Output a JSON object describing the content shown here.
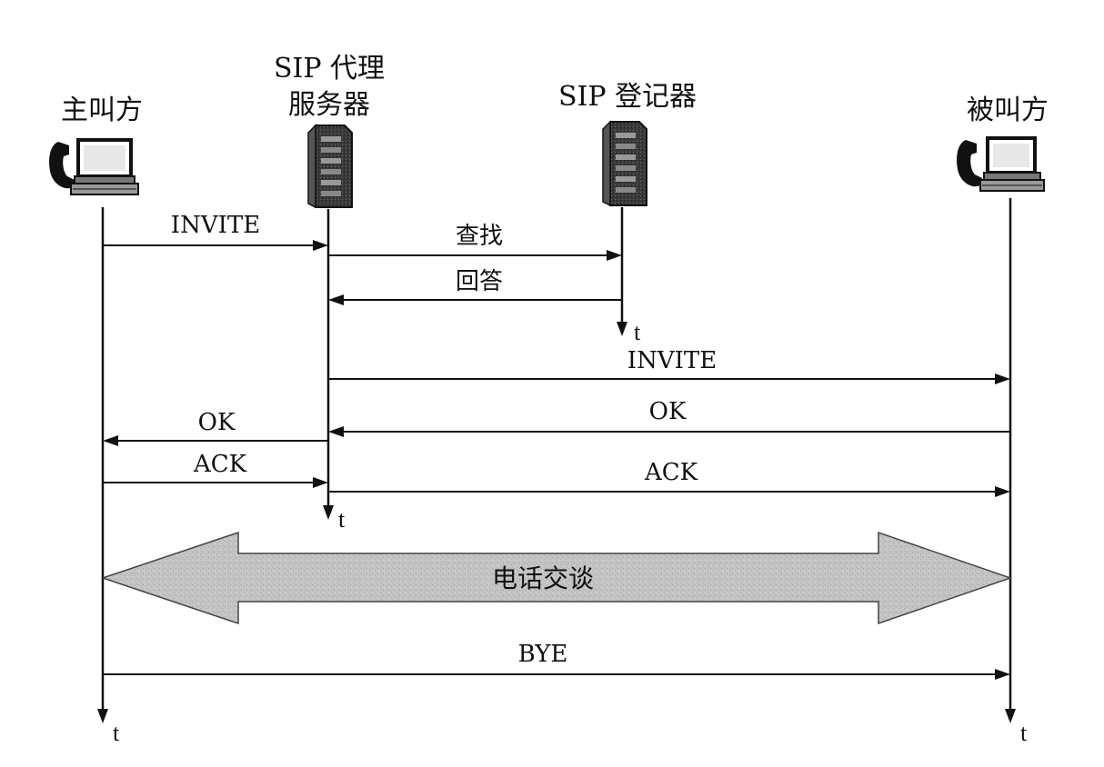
{
  "actors": [
    {
      "id": "caller",
      "label_lines": [
        "主叫方"
      ],
      "icon": "telephone-computer-icon"
    },
    {
      "id": "proxy",
      "label_lines": [
        "SIP 代理",
        "服务器"
      ],
      "icon": "server-tower-icon"
    },
    {
      "id": "registrar",
      "label_lines": [
        "SIP 登记器"
      ],
      "icon": "server-tower-icon"
    },
    {
      "id": "callee",
      "label_lines": [
        "被叫方"
      ],
      "icon": "telephone-computer-icon"
    }
  ],
  "messages": [
    {
      "label": "INVITE",
      "from": "caller",
      "to": "proxy"
    },
    {
      "label": "查找",
      "from": "proxy",
      "to": "registrar"
    },
    {
      "label": "回答",
      "from": "registrar",
      "to": "proxy"
    },
    {
      "label": "INVITE",
      "from": "proxy",
      "to": "callee"
    },
    {
      "label": "OK",
      "from": "callee",
      "to": "proxy"
    },
    {
      "label": "OK",
      "from": "proxy",
      "to": "caller"
    },
    {
      "label": "ACK",
      "from": "caller",
      "to": "proxy"
    },
    {
      "label": "ACK",
      "from": "proxy",
      "to": "callee"
    },
    {
      "label": "BYE",
      "from": "caller",
      "to": "callee"
    }
  ],
  "conversation": {
    "label": "电话交谈",
    "between": [
      "caller",
      "callee"
    ]
  },
  "time_axis_label": "t"
}
